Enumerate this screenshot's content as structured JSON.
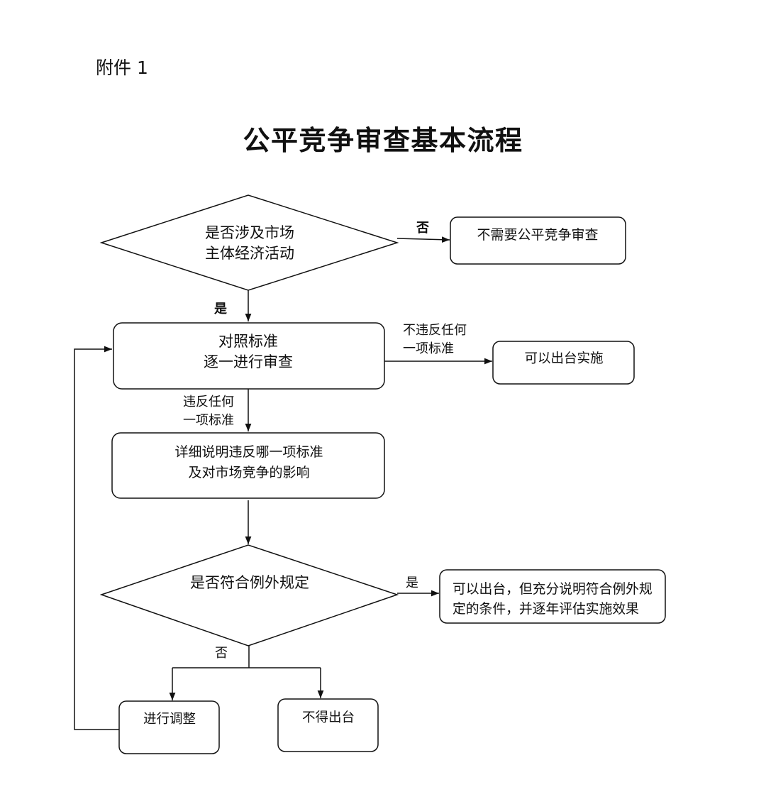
{
  "header": {
    "attachment": "附件 1"
  },
  "title": "公平竞争审查基本流程",
  "nodes": {
    "decision_market": {
      "line1": "是否涉及市场",
      "line2": "主体经济活动"
    },
    "no_review": "不需要公平竞争审查",
    "review": {
      "line1": "对照标准",
      "line2": "逐一进行审查"
    },
    "can_implement": "可以出台实施",
    "explain": {
      "line1": "详细说明违反哪一项标准",
      "line2": "及对市场竞争的影响"
    },
    "decision_exception": "是否符合例外规定",
    "exception_allowed": {
      "line1": "可以出台，但充分说明符合例外规",
      "line2": "定的条件，并逐年评估实施效果"
    },
    "adjust": "进行调整",
    "not_allowed": "不得出台"
  },
  "edge_labels": {
    "market_no": "否",
    "market_yes": "是",
    "no_violation": {
      "line1": "不违反任何",
      "line2": "一项标准"
    },
    "violation": {
      "line1": "违反任何",
      "line2": "一项标准"
    },
    "exception_yes": "是",
    "exception_no": "否"
  }
}
